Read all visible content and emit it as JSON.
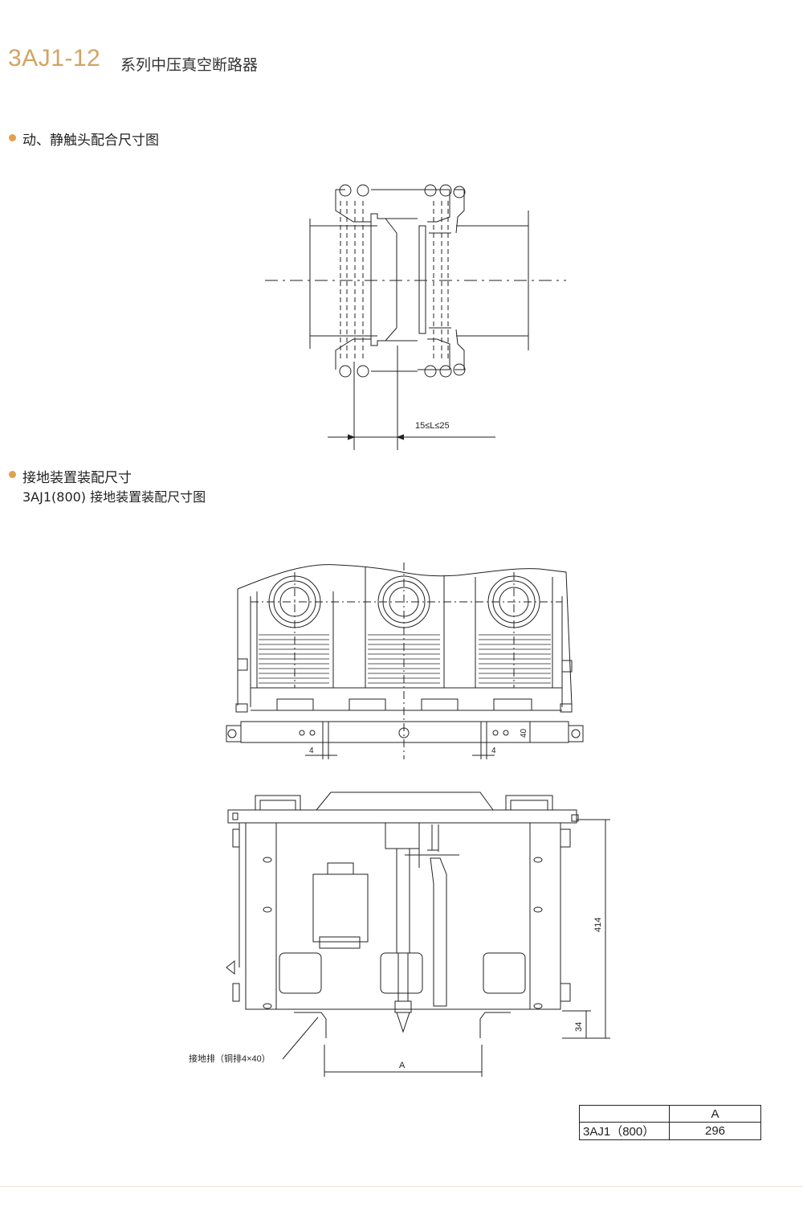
{
  "header": {
    "model": "3AJ1-12",
    "name": "系列中压真空断路器"
  },
  "sections": [
    {
      "title": "动、静触头配合尺寸图"
    },
    {
      "title": "接地装置装配尺寸",
      "subtitle": "3AJ1(800) 接地装置装配尺寸图"
    }
  ],
  "diagram1": {
    "dim_label": "15≤L≤25"
  },
  "diagram2": {
    "dim_left": "4",
    "dim_right": "4",
    "dim_height": "40"
  },
  "diagram3": {
    "dim_414": "414",
    "dim_34": "34",
    "dim_a": "A",
    "ground_label": "接地排（铜排4×40）"
  },
  "table": {
    "header": [
      "",
      "A"
    ],
    "rows": [
      [
        "3AJ1（800）",
        "296"
      ]
    ]
  },
  "colors": {
    "accent": "#d2a464",
    "bullet": "#e0a04c"
  }
}
